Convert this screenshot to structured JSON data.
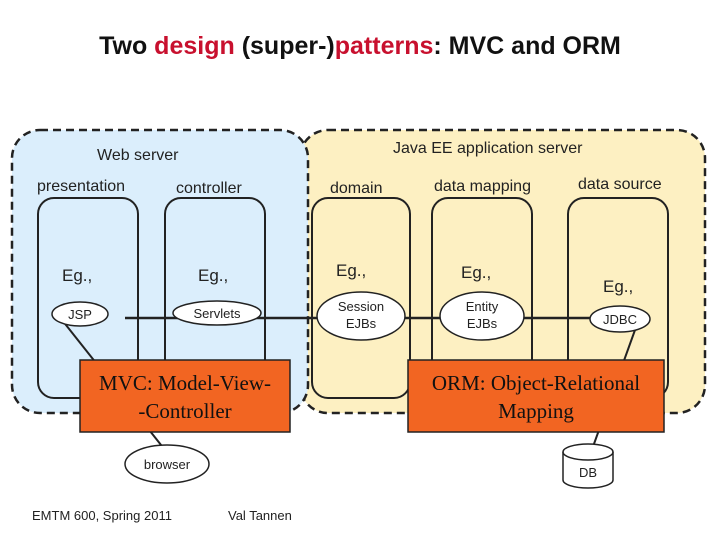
{
  "title": {
    "part1": "Two ",
    "part2": "design",
    "part3": " (super-)",
    "part4": "patterns",
    "part5": ": MVC and ORM"
  },
  "regions": {
    "web_server": "Web server",
    "app_server": "Java EE application server"
  },
  "tiers": [
    {
      "header": "presentation",
      "eg": "Eg.,",
      "example": [
        "JSP"
      ]
    },
    {
      "header": "controller",
      "eg": "Eg.,",
      "example": [
        "Servlets"
      ]
    },
    {
      "header": "domain",
      "eg": "Eg.,",
      "example": [
        "Session",
        "EJBs"
      ]
    },
    {
      "header": "data mapping",
      "eg": "Eg.,",
      "example": [
        "Entity",
        "EJBs"
      ]
    },
    {
      "header": "data source",
      "eg": "Eg.,",
      "example": [
        "JDBC"
      ]
    }
  ],
  "callouts": {
    "mvc": [
      "MVC: Model-View-",
      "-Controller"
    ],
    "orm": [
      "ORM: Object-Relational",
      "Mapping"
    ]
  },
  "browser": "browser",
  "db": "DB",
  "footer": {
    "course": "EMTM 600, Spring 2011",
    "author": "Val Tannen"
  },
  "colors": {
    "title_accent": "#c8102e",
    "web_server_fill": "#dbeefc",
    "app_server_fill": "#fdf0c2",
    "callout_fill": "#f26522"
  }
}
